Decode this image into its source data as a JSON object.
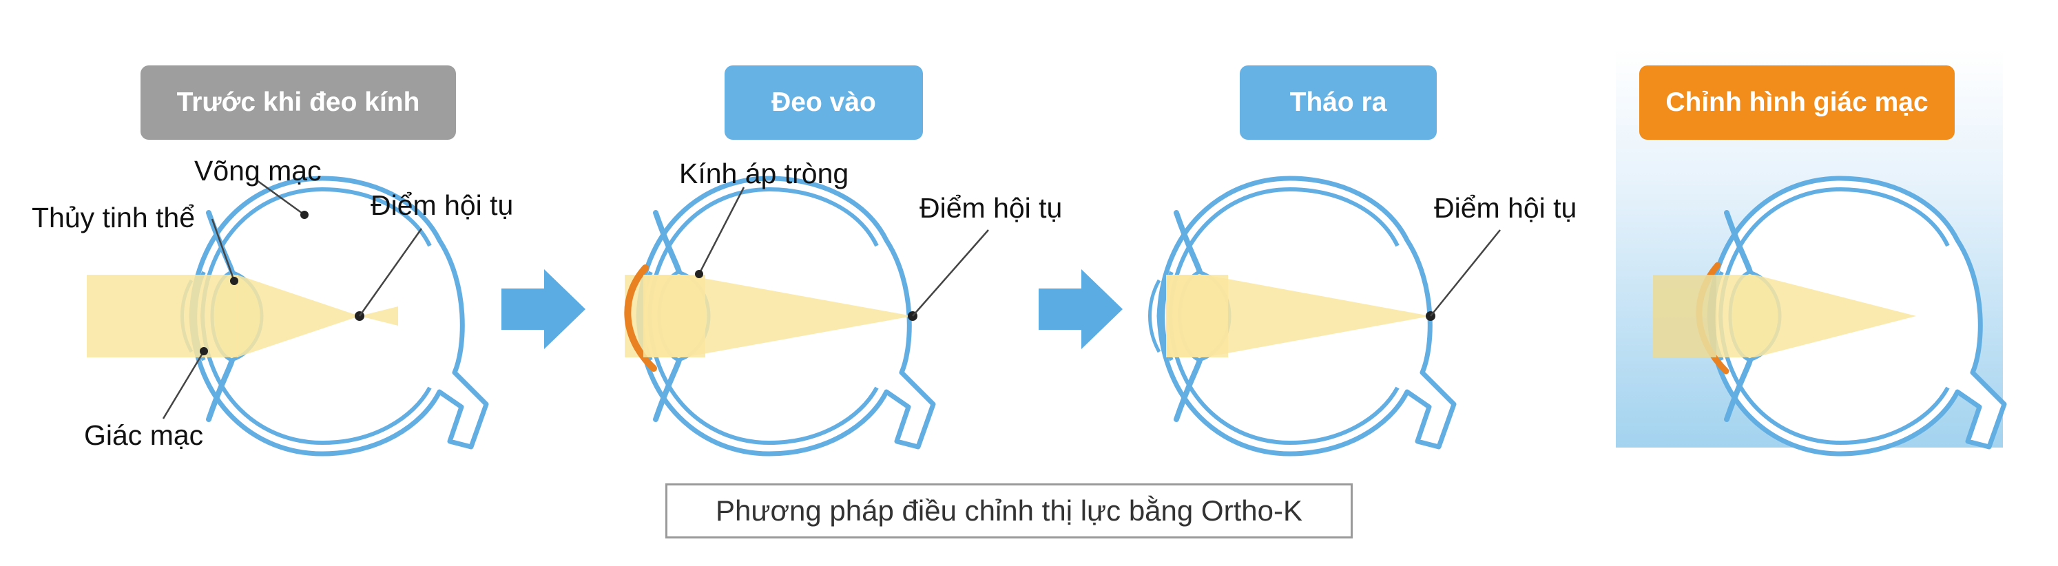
{
  "colors": {
    "before": "#9e9e9e",
    "wearing": "#66b2e4",
    "removed": "#66b2e4",
    "ortho": "#f28c1a",
    "eye_outline": "#62aee3",
    "light": "#fae6a0",
    "lens": "#e98123",
    "arrow": "#5aace2"
  },
  "stages": [
    {
      "title": "Trước khi đeo kính",
      "labels": {
        "retina": "Võng mạc",
        "crystalline_lens": "Thủy tinh thể",
        "focal_point": "Điểm hội tụ",
        "cornea": "Giác mạc"
      }
    },
    {
      "title": "Đeo vào",
      "labels": {
        "contact_lens": "Kính áp tròng",
        "focal_point": "Điểm hội tụ"
      }
    },
    {
      "title": "Tháo ra",
      "labels": {
        "focal_point": "Điểm hội tụ"
      }
    },
    {
      "title": "Chỉnh hình giác mạc",
      "labels": {}
    }
  ],
  "caption": "Phương pháp điều chỉnh thị lực bằng Ortho-K"
}
